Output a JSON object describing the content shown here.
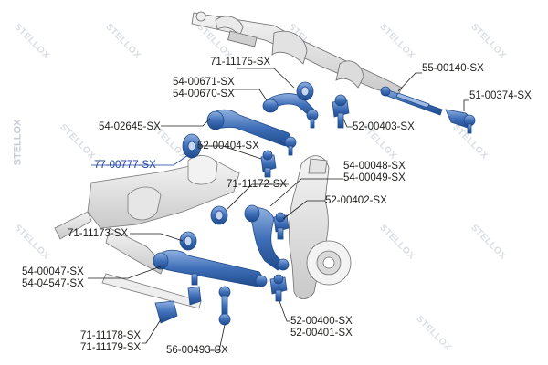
{
  "brand": {
    "watermark": "STELLOX",
    "accent": "#1a3fa3",
    "ink": "#1d1d1b",
    "part_blue": "#2e5fa8"
  },
  "labels": {
    "p71_11175": "71-11175-SX",
    "p55_00140": "55-00140-SX",
    "p54_00671": "54-00671-SX",
    "p54_00670": "54-00670-SX",
    "p51_00374": "51-00374-SX",
    "p54_02645": "54-02645-SX",
    "p52_00403": "52-00403-SX",
    "p52_00404": "52-00404-SX",
    "p77_00777": "77-00777-SX",
    "p54_00048": "54-00048-SX",
    "p54_00049": "54-00049-SX",
    "p71_11172": "71-11172-SX",
    "p52_00402": "52-00402-SX",
    "p71_11173": "71-11173-SX",
    "p54_00047": "54-00047-SX",
    "p54_04547": "54-04547-SX",
    "p52_00400": "52-00400-SX",
    "p52_00401": "52-00401-SX",
    "p71_11178": "71-11178-SX",
    "p71_11179": "71-11179-SX",
    "p56_00493": "56-00493-SX"
  }
}
